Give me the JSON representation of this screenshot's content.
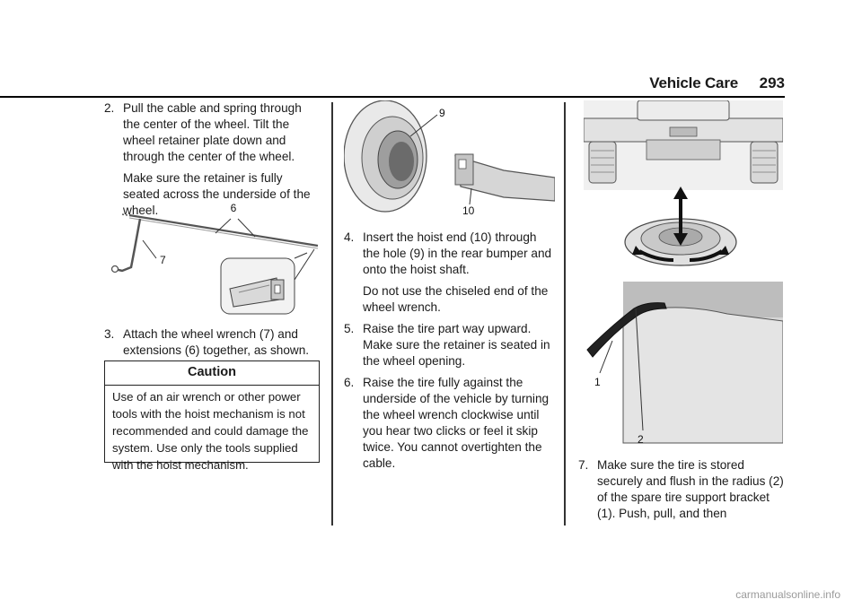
{
  "header": {
    "section": "Vehicle Care",
    "page_number": "293"
  },
  "col1": {
    "step2": {
      "number": "2.",
      "text": "Pull the cable and spring through the center of the wheel. Tilt the wheel retainer plate down and through the center of the wheel.",
      "note": "Make sure the retainer is fully seated across the underside of the wheel."
    },
    "figure": {
      "callouts": [
        "6",
        "7"
      ]
    },
    "step3": {
      "number": "3.",
      "text": "Attach the wheel wrench (7) and extensions (6) together, as shown."
    }
  },
  "caution": {
    "title": "Caution",
    "body": "Use of an air wrench or other power tools with the hoist mechanism is not recommended and could damage the system. Use only the tools supplied with the hoist mechanism."
  },
  "col2": {
    "figure": {
      "callouts": [
        "9",
        "10"
      ]
    },
    "step4": {
      "number": "4.",
      "text": "Insert the hoist end (10) through the hole (9) in the rear bumper and onto the hoist shaft.",
      "note": "Do not use the chiseled end of the wheel wrench."
    },
    "step5": {
      "number": "5.",
      "text": "Raise the tire part way upward. Make sure the retainer is seated in the wheel opening."
    },
    "step6": {
      "number": "6.",
      "text": "Raise the tire fully against the underside of the vehicle by turning the wheel wrench clockwise until you hear two clicks or feel it skip twice. You cannot overtighten the cable."
    }
  },
  "col3": {
    "figure_bottom": {
      "callouts": [
        "1",
        "2"
      ]
    },
    "step7": {
      "number": "7.",
      "text": "Make sure the tire is stored securely and flush in the radius (2) of the spare tire support bracket (1). Push, pull, and then"
    }
  },
  "footer": {
    "watermark": "carmanualsonline.info"
  }
}
